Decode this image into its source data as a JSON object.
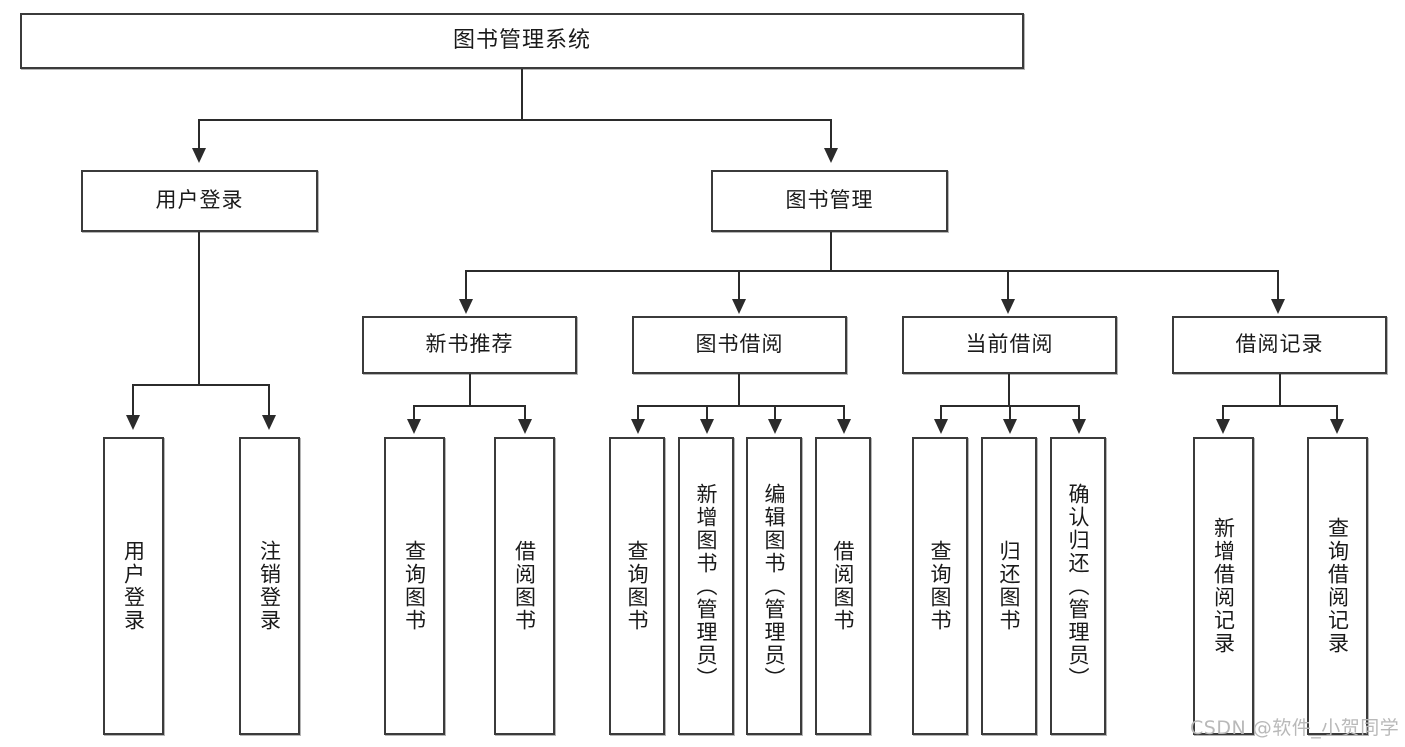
{
  "diagram": {
    "type": "tree-hierarchy",
    "title": "图书管理系统",
    "root": {
      "label": "图书管理系统"
    },
    "level2": [
      {
        "label": "用户登录"
      },
      {
        "label": "图书管理"
      }
    ],
    "level3": [
      {
        "label": "新书推荐"
      },
      {
        "label": "图书借阅"
      },
      {
        "label": "当前借阅"
      },
      {
        "label": "借阅记录"
      }
    ],
    "leaves": {
      "user_login": [
        {
          "label": "用户登录"
        },
        {
          "label": "注销登录"
        }
      ],
      "new_book_recommend": [
        {
          "label": "查询图书"
        },
        {
          "label": "借阅图书"
        }
      ],
      "book_borrow": [
        {
          "label": "查询图书"
        },
        {
          "label": "新增图书（管理员）"
        },
        {
          "label": "编辑图书（管理员）"
        },
        {
          "label": "借阅图书"
        }
      ],
      "current_borrow": [
        {
          "label": "查询图书"
        },
        {
          "label": "归还图书"
        },
        {
          "label": "确认归还（管理员）"
        }
      ],
      "borrow_record": [
        {
          "label": "新增借阅记录"
        },
        {
          "label": "查询借阅记录"
        }
      ]
    }
  },
  "watermark": {
    "text": "CSDN @软件_小贺同学"
  },
  "colors": {
    "box_border": "#3b3b3b",
    "line": "#2b2b2b",
    "text": "#1a1a1a",
    "background": "#ffffff",
    "watermark": "#b9b9b9"
  }
}
